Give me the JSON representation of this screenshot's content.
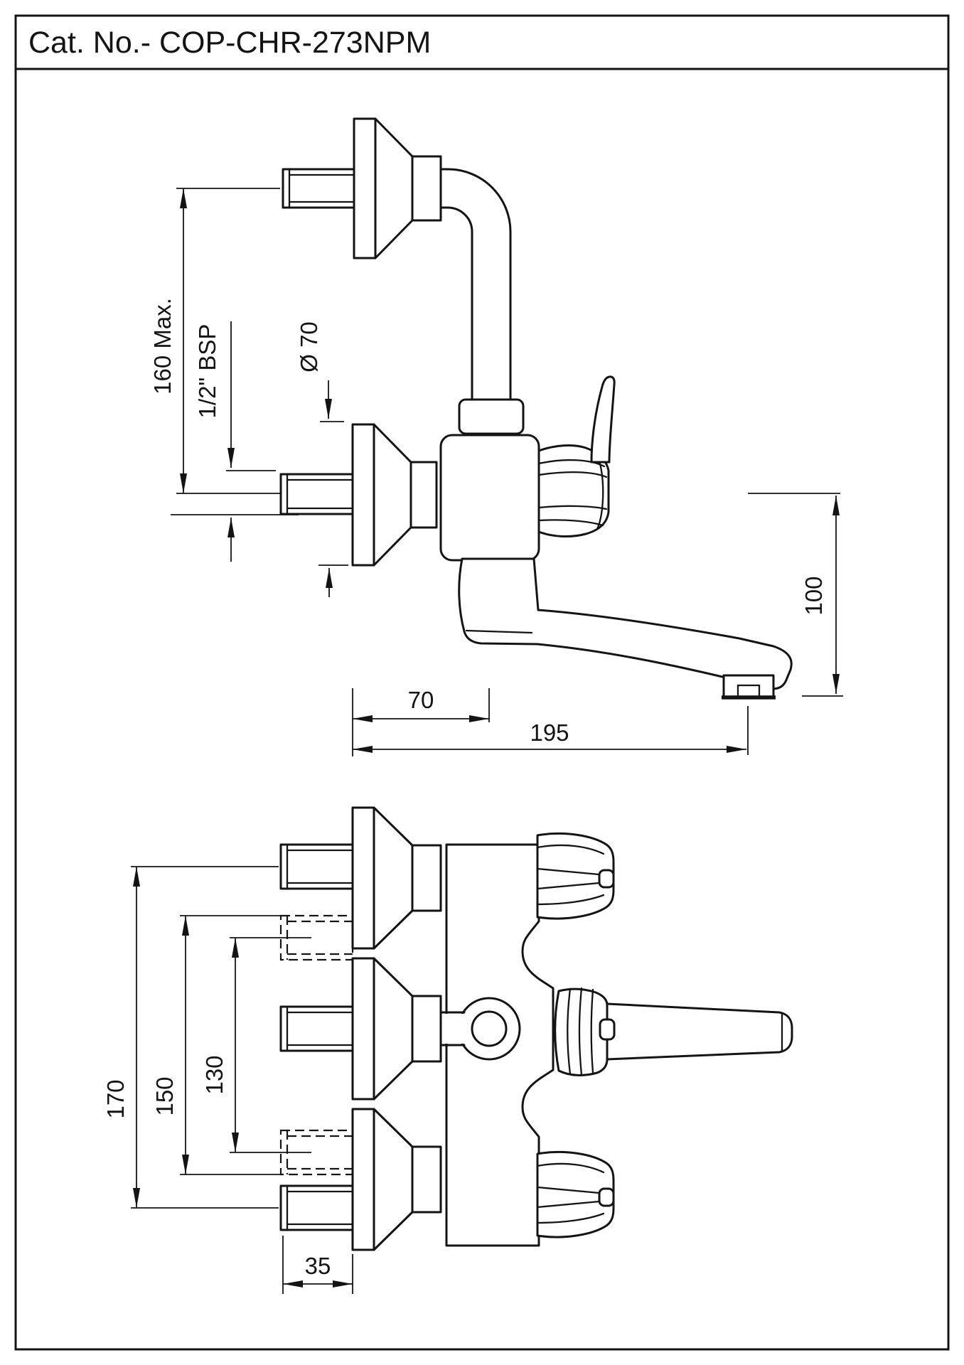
{
  "title": "Cat. No.- COP-CHR-273NPM",
  "drawing": {
    "type": "technical-dimension-drawing",
    "product": "wall mixer tap line drawing, two orthographic views",
    "side_view": {
      "dims": {
        "height_max": "160 Max.",
        "inlet_thread": "1/2\" BSP",
        "flange_diameter": "Ø 70",
        "outlet_drop": "100",
        "wall_to_axis": "70",
        "wall_to_outlet": "195"
      }
    },
    "front_view": {
      "dims": {
        "outer_span": "170",
        "mid_span": "150",
        "inner_span": "130",
        "nipple_length": "35"
      }
    }
  }
}
